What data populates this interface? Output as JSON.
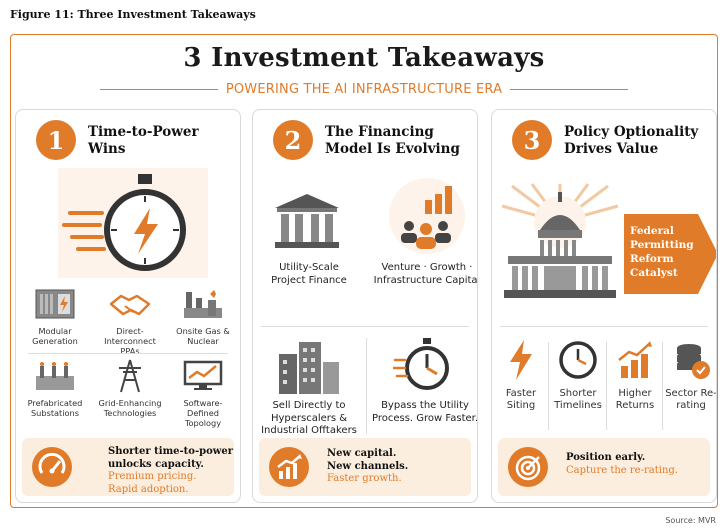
{
  "figure_label": "Figure 11: Three Investment Takeaways",
  "title": "3 Investment Takeaways",
  "subtitle": "POWERING THE AI INFRASTRUCTURE ERA",
  "columns": [
    {
      "number": "1",
      "title": "Time-to-Power Wins",
      "items": [
        "Modular Generation",
        "Direct-Interconnect PPAs",
        "Onsite Gas & Nuclear",
        "Prefabricated Substations",
        "Grid-Enhancing Technologies",
        "Software-Defined Topology"
      ],
      "bottom_bold_1": "Shorter time-to-power",
      "bottom_bold_2": "unlocks capacity.",
      "bottom_orange_1": "Premium pricing.",
      "bottom_orange_2": "Rapid adoption."
    },
    {
      "number": "2",
      "title": "The Financing Model Is Evolving",
      "items": [
        "Utility-Scale Project Finance",
        "Venture · Growth · Infrastructure Capital",
        "Sell Directly to Hyperscalers & Industrial Offtakers",
        "Bypass the Utility Process. Grow Faster."
      ],
      "bottom_bold_1": "New capital.",
      "bottom_bold_2": "New channels.",
      "bottom_orange_1": "Faster growth."
    },
    {
      "number": "3",
      "title": "Policy Optionality Drives Value",
      "arrow_text": "Federal Permitting Reform Catalyst",
      "items": [
        "Faster Siting",
        "Shorter Timelines",
        "Higher Returns",
        "Sector Re-rating"
      ],
      "bottom_bold_1": "Position early.",
      "bottom_orange_1": "Capture the re-rating."
    }
  ],
  "source": "Source: MVR",
  "colors": {
    "accent": "#e07b2a",
    "light": "#fbeede",
    "dark": "#333333"
  }
}
